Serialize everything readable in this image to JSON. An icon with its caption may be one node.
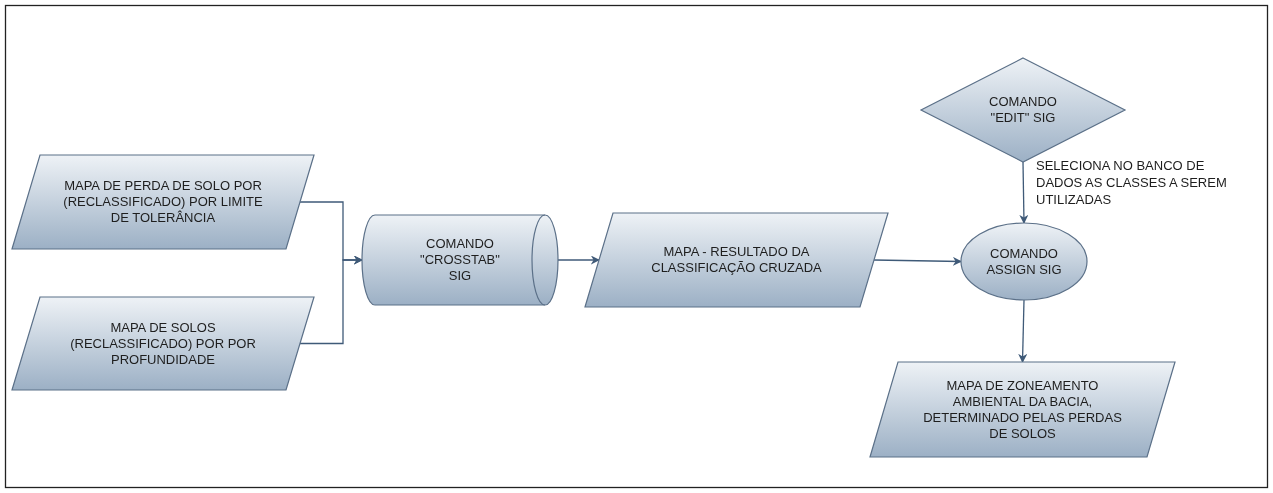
{
  "diagram": {
    "nodes": [
      {
        "text": [
          "MAPA DE PERDA DE SOLO POR (RECLASSIFICADO) POR LIMITE DE TOLERÂNCIA"
        ]
      },
      {
        "text": [
          "MAPA DE SOLOS (RECLASSIFICADO) POR POR PROFUNDIDADE"
        ]
      },
      {
        "text": [
          "COMANDO \"CROSSTAB\" SIG"
        ]
      },
      {
        "text": [
          "MAPA - RESULTADO DA CLASSIFICAÇÃO CRUZADA"
        ]
      },
      {
        "text": [
          "COMANDO \"EDIT\" SIG"
        ]
      },
      {
        "text": [
          "COMANDO ASSIGN SIG"
        ]
      },
      {
        "text": [
          "MAPA DE ZONEAMENTO AMBIENTAL DA BACIA, DETERMINADO PELAS PERDAS DE SOLOS"
        ]
      }
    ],
    "edges": [
      {
        "from": 0,
        "to": 2,
        "arrow": "to"
      },
      {
        "from": 1,
        "to": 2,
        "arrow": "to"
      },
      {
        "from": 2,
        "to": 3,
        "arrow": "to"
      },
      {
        "from": 3,
        "to": 5,
        "arrow": "to"
      },
      {
        "from": 4,
        "to": 5,
        "arrow": "to",
        "label": "SELECIONA NO BANCO DE DADOS AS CLASSES A SEREM UTILIZADAS"
      },
      {
        "from": 5,
        "to": 6,
        "arrow": "to"
      }
    ]
  }
}
